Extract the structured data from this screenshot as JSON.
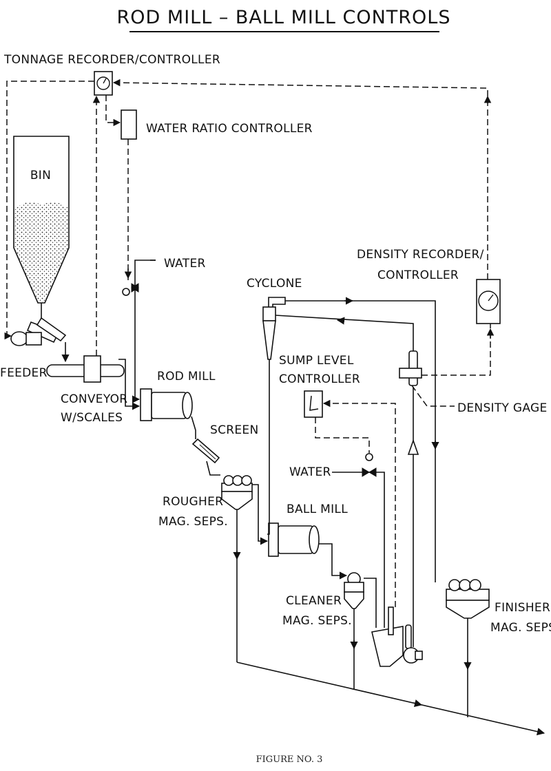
{
  "title": "ROD MILL – BALL MILL CONTROLS",
  "caption": "FIGURE NO. 3",
  "labels": {
    "tonnage_recorder": "TONNAGE RECORDER/CONTROLLER",
    "water_ratio": "WATER RATIO CONTROLLER",
    "bin": "BIN",
    "water_top": "WATER",
    "density_recorder_1": "DENSITY RECORDER/",
    "density_recorder_2": "CONTROLLER",
    "cyclone": "CYCLONE",
    "sump_level_1": "SUMP LEVEL",
    "sump_level_2": "CONTROLLER",
    "feeder": "FEEDER",
    "rod_mill": "ROD MILL",
    "conveyor_1": "CONVEYOR",
    "conveyor_2": "W/SCALES",
    "screen": "SCREEN",
    "density_gage": "DENSITY GAGE",
    "water_mid": "WATER",
    "rougher_1": "ROUGHER",
    "rougher_2": "MAG. SEPS.",
    "ball_mill": "BALL MILL",
    "cleaner_1": "CLEANER",
    "cleaner_2": "MAG. SEPS.",
    "finisher_1": "FINISHER",
    "finisher_2": "MAG. SEPS"
  }
}
